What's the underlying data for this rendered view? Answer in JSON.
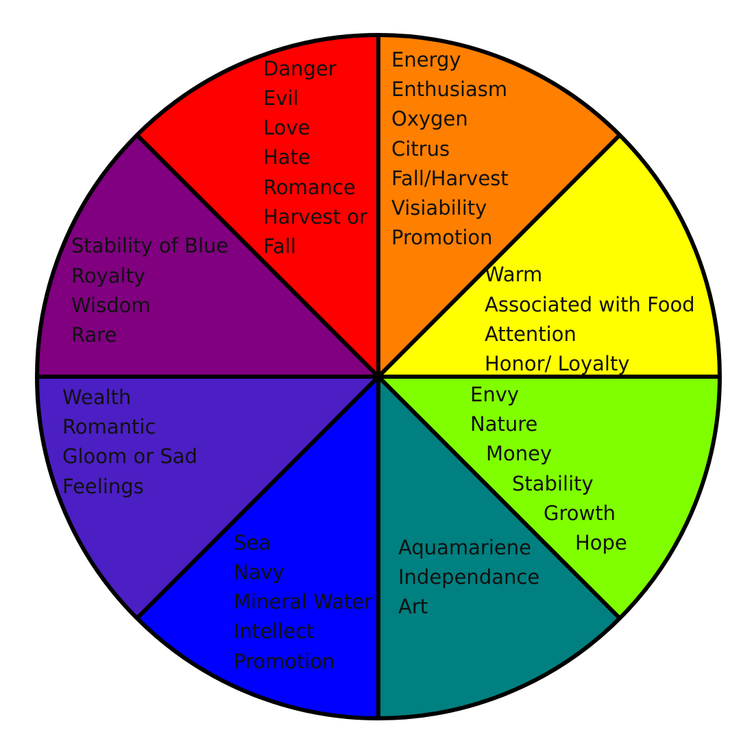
{
  "colors": {
    "red": "#ff0000",
    "orange": "#ff7f00",
    "yellow": "#ffff00",
    "green": "#80ff00",
    "teal": "#008080",
    "blue": "#0000ff",
    "indigo": "#4b1fc4",
    "purple": "#800080",
    "outline": "#000000",
    "text": "#111111"
  },
  "segments": {
    "red": {
      "color_name": "red",
      "items": [
        "Danger",
        "Evil",
        "Love",
        "Hate",
        "Romance",
        "Harvest or",
        "Fall"
      ]
    },
    "orange": {
      "color_name": "orange",
      "items": [
        "Energy",
        "Enthusiasm",
        "Oxygen",
        "Citrus",
        "Fall/Harvest",
        "Visiability",
        "Promotion"
      ]
    },
    "yellow": {
      "color_name": "yellow",
      "items": [
        "Warm",
        "Associated with Food",
        "Attention",
        "Honor/ Loyalty"
      ]
    },
    "green": {
      "color_name": "green",
      "items": [
        "Envy",
        "Nature",
        "Money",
        "Stability",
        "Growth",
        "Hope"
      ]
    },
    "teal": {
      "color_name": "teal",
      "items": [
        "Aquamariene",
        "Independance",
        "Art"
      ]
    },
    "blue": {
      "color_name": "blue",
      "items": [
        "Sea",
        "Navy",
        "Mineral Water",
        "Intellect",
        "Promotion"
      ]
    },
    "indigo": {
      "color_name": "indigo",
      "items": [
        "Wealth",
        "Romantic",
        "Gloom or Sad",
        "Feelings"
      ]
    },
    "purple": {
      "color_name": "purple",
      "items": [
        "Stability of Blue",
        "Royalty",
        "Wisdom",
        "Rare"
      ]
    }
  }
}
